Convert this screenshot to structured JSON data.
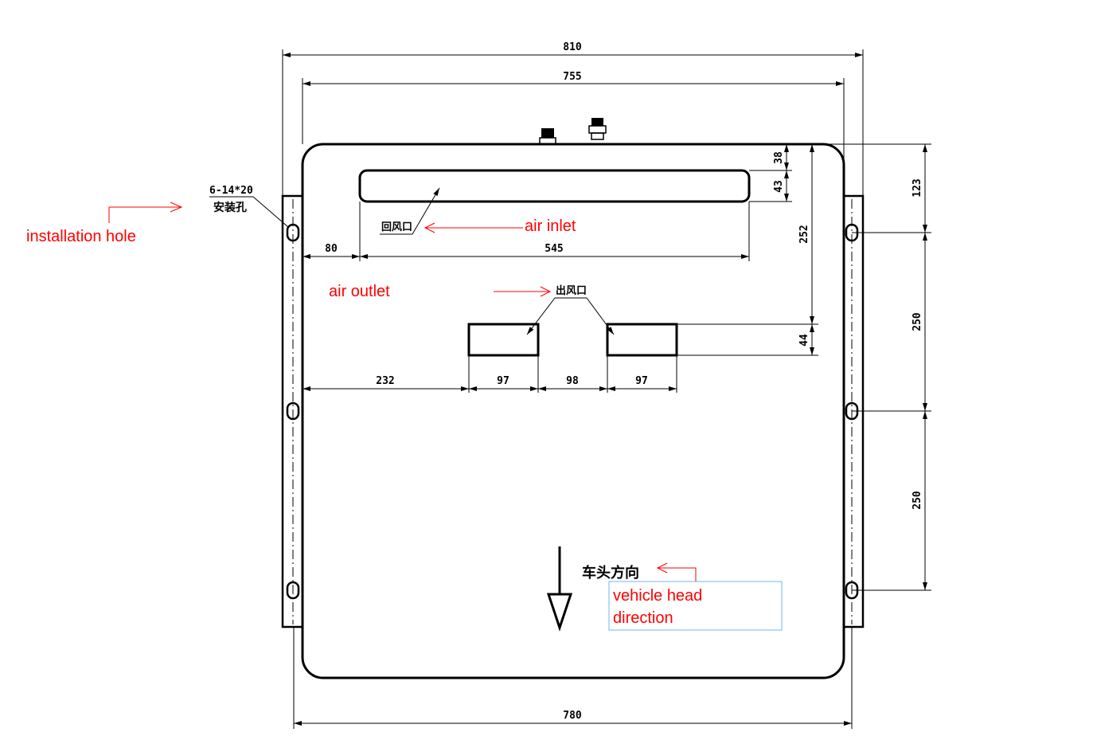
{
  "dimensions": {
    "overall_810": "810",
    "width_755": "755",
    "bottom_780": "780",
    "inlet_offset_80": "80",
    "inlet_length_545": "545",
    "outlet_offset_232": "232",
    "outlet_a_97": "97",
    "outlet_gap_98": "98",
    "outlet_b_97": "97",
    "top_38": "38",
    "inlet_height_43": "43",
    "to_outlet_252": "252",
    "outlet_height_44": "44",
    "right_123": "123",
    "hole_pitch_250a": "250",
    "hole_pitch_250b": "250"
  },
  "labels": {
    "hole_spec": "6-14*20",
    "hole_cn": "安装孔",
    "inlet_cn": "回风口",
    "outlet_cn": "出风口",
    "direction_cn": "车头方向"
  },
  "annotations": {
    "installation_hole": "installation hole",
    "air_inlet": "air inlet",
    "air_outlet": "air outlet",
    "vehicle_head_line1": "vehicle head",
    "vehicle_head_line2": "direction"
  },
  "colors": {
    "annotation": "#ff0000",
    "text_box_border": "#6fb6e8"
  }
}
